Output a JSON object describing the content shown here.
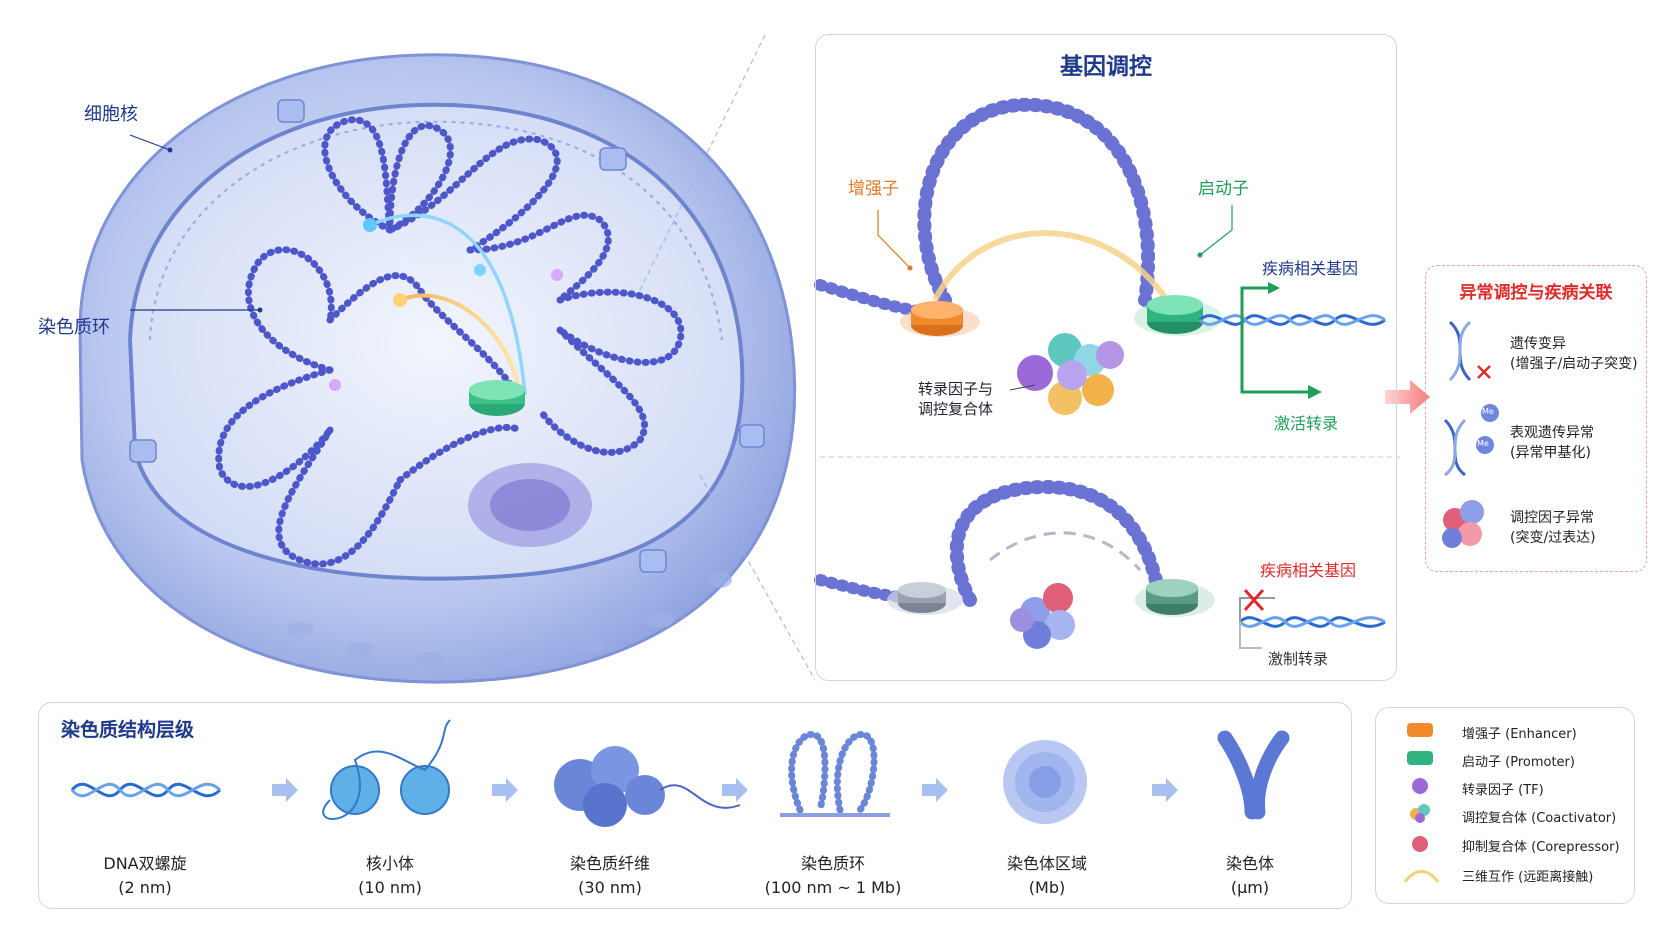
{
  "nucleus": {
    "label_nucleus": "细胞核",
    "label_loop": "染色质环"
  },
  "gene_regulation": {
    "title": "基因调控",
    "enhancer": "增强子",
    "promoter": "启动子",
    "tf_complex_line1": "转录因子与",
    "tf_complex_line2": "调控复合体",
    "disease_gene_active": "疾病相关基因",
    "activate": "激活转录",
    "disease_gene_repressed": "疾病相关基因",
    "repress": "激制转录"
  },
  "disease": {
    "title": "异常调控与疾病关联",
    "items": [
      {
        "line1": "遗传变异",
        "line2": "(增强子/启动子突变)",
        "icon": "mutated-dna-icon"
      },
      {
        "line1": "表观遗传异常",
        "line2": "(异常甲基化)",
        "icon": "methylated-dna-icon"
      },
      {
        "line1": "调控因子异常",
        "line2": "(突变/过表达)",
        "icon": "abnormal-factor-icon"
      }
    ],
    "me_label": "Me"
  },
  "hierarchy": {
    "title": "染色质结构层级",
    "stages": [
      {
        "name": "DNA双螺旋",
        "scale": "(2 nm)"
      },
      {
        "name": "核小体",
        "scale": "(10 nm)"
      },
      {
        "name": "染色质纤维",
        "scale": "(30 nm)"
      },
      {
        "name": "染色质环",
        "scale": "(100 nm ~ 1 Mb)"
      },
      {
        "name": "染色体区域",
        "scale": "(Mb)"
      },
      {
        "name": "染色体",
        "scale": "(μm)"
      }
    ]
  },
  "legend": {
    "items": [
      {
        "label": "增强子 (Enhancer)",
        "color": "#f08a2c"
      },
      {
        "label": "启动子 (Promoter)",
        "color": "#2fb37f"
      },
      {
        "label": "转录因子 (TF)",
        "color": "#9b6ad8"
      },
      {
        "label": "调控复合体 (Coactivator)",
        "color": "#f2b24a"
      },
      {
        "label": "抑制复合体 (Corepressor)",
        "color": "#e0607a"
      },
      {
        "label": "三维互作 (远距离接触)",
        "color": "#f3d27a"
      }
    ]
  },
  "colors": {
    "accent_blue": "#1f3a8a",
    "enhancer": "#f08a2c",
    "promoter": "#2fb37f",
    "disease_red": "#e02b2b",
    "activate_green": "#1e9e5a"
  }
}
